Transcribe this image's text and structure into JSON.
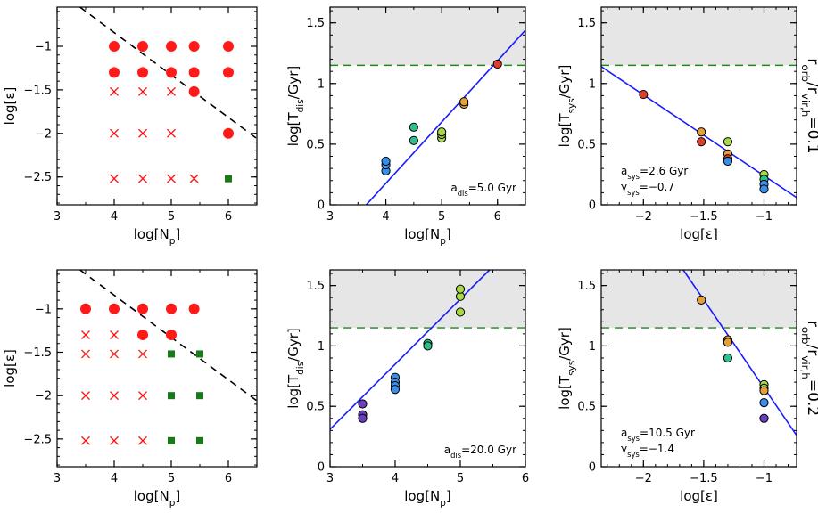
{
  "chart_data": [
    {
      "id": "p1",
      "type": "scatter",
      "xlabel": "log[N",
      "xlabel_sub": "p",
      "xlabel_end": "]",
      "ylabel": "log[ε]",
      "xlim": [
        3,
        6.5
      ],
      "ylim": [
        -2.82,
        -0.55
      ],
      "xticks": [
        3,
        4,
        5,
        6
      ],
      "xtick_labels": [
        "3",
        "4",
        "5",
        "6"
      ],
      "yticks": [
        -1,
        -1.5,
        -2,
        -2.5
      ],
      "ytick_labels": [
        "−1",
        "−1.5",
        "−2",
        "−2.5"
      ],
      "line": {
        "style": "dashed",
        "color": "#000000",
        "x": [
          3.4,
          6.5
        ],
        "y": [
          -0.55,
          -2.06
        ]
      },
      "series": [
        {
          "marker": "circle",
          "color": "#ff1a1a",
          "x": [
            4,
            4.5,
            5,
            5.4,
            6,
            4,
            4.5,
            5,
            5.4,
            6,
            5.4,
            6
          ],
          "y": [
            -1,
            -1,
            -1,
            -1,
            -1,
            -1.3,
            -1.3,
            -1.3,
            -1.3,
            -1.3,
            -1.52,
            -2
          ]
        },
        {
          "marker": "x",
          "color": "#ff1a1a",
          "x": [
            4,
            4.5,
            5,
            4,
            4.5,
            5,
            4,
            4.5,
            5,
            5.4
          ],
          "y": [
            -1.52,
            -1.52,
            -1.52,
            -2,
            -2,
            -2,
            -2.52,
            -2.52,
            -2.52,
            -2.52
          ]
        },
        {
          "marker": "square",
          "color": "#1a7a1a",
          "x": [
            6
          ],
          "y": [
            -2.52
          ]
        }
      ]
    },
    {
      "id": "p2",
      "type": "scatter",
      "xlabel": "log[N",
      "xlabel_sub": "p",
      "xlabel_end": "]",
      "ylabel": "log[T",
      "ylabel_sub": "dis",
      "ylabel_end": "/Gyr]",
      "xlim": [
        3,
        6.5
      ],
      "ylim": [
        0,
        1.63
      ],
      "xticks": [
        3,
        4,
        5,
        6
      ],
      "xtick_labels": [
        "3",
        "4",
        "5",
        "6"
      ],
      "yticks": [
        0,
        0.5,
        1,
        1.5
      ],
      "ytick_labels": [
        "0",
        "0.5",
        "1",
        "1.5"
      ],
      "shade_above": 1.15,
      "hline": 1.15,
      "fit": {
        "color": "#1a1aff",
        "x": [
          3.55,
          6.5
        ],
        "y": [
          -0.05,
          1.44
        ]
      },
      "annotation": {
        "label": "a",
        "sub": "dis",
        "value": "=5.0 Gyr"
      },
      "points": {
        "x": [
          4,
          4,
          4,
          4.5,
          4.5,
          5,
          5,
          5,
          5.4,
          5.4,
          6
        ],
        "y": [
          0.28,
          0.33,
          0.36,
          0.53,
          0.64,
          0.55,
          0.58,
          0.6,
          0.83,
          0.85,
          1.16
        ],
        "colors": [
          "#3b8ee8",
          "#3b8ee8",
          "#3b8ee8",
          "#2fc08a",
          "#2fc08a",
          "#a8d84a",
          "#a8d84a",
          "#a8d84a",
          "#e3a03a",
          "#e3a03a",
          "#e03d2e"
        ]
      }
    },
    {
      "id": "p3",
      "type": "scatter",
      "xlabel": "log[ε]",
      "ylabel": "log[T",
      "ylabel_sub": "sys",
      "ylabel_end": "/Gyr]",
      "xlim": [
        -2.35,
        -0.73
      ],
      "ylim": [
        0,
        1.63
      ],
      "xticks": [
        -2,
        -1.5,
        -1
      ],
      "xtick_labels": [
        "−2",
        "−1.5",
        "−1"
      ],
      "yticks": [
        0,
        0.5,
        1,
        1.5
      ],
      "ytick_labels": [
        "0",
        "0.5",
        "1",
        "1.5"
      ],
      "shade_above": 1.15,
      "hline": 1.15,
      "fit": {
        "color": "#1a1aff",
        "x": [
          -2.35,
          -0.73
        ],
        "y": [
          1.14,
          0.06
        ]
      },
      "annotation": {
        "label": "a",
        "sub": "sys",
        "value": "=2.6 Gyr"
      },
      "annotation2": {
        "label": "γ",
        "sub": "sys",
        "value": "=−0.7"
      },
      "side_label": {
        "a": "r",
        "a_sub": "orb",
        "b": "/r",
        "b_sub": "vir,h",
        "value": "=0.1"
      },
      "points": {
        "x": [
          -2,
          -1.52,
          -1.52,
          -1.3,
          -1.3,
          -1.3,
          -1.3,
          -1,
          -1,
          -1,
          -1
        ],
        "y": [
          0.91,
          0.6,
          0.52,
          0.52,
          0.42,
          0.38,
          0.36,
          0.25,
          0.21,
          0.17,
          0.13
        ],
        "colors": [
          "#e03d2e",
          "#e3a03a",
          "#e03d2e",
          "#a8d84a",
          "#e3a03a",
          "#e03d2e",
          "#3b8ee8",
          "#a8d84a",
          "#2fc08a",
          "#3b8ee8",
          "#3b8ee8"
        ]
      }
    },
    {
      "id": "p4",
      "type": "scatter",
      "xlabel": "log[N",
      "xlabel_sub": "p",
      "xlabel_end": "]",
      "ylabel": "log[ε]",
      "xlim": [
        3,
        6.5
      ],
      "ylim": [
        -2.82,
        -0.55
      ],
      "xticks": [
        3,
        4,
        5,
        6
      ],
      "xtick_labels": [
        "3",
        "4",
        "5",
        "6"
      ],
      "yticks": [
        -1,
        -1.5,
        -2,
        -2.5
      ],
      "ytick_labels": [
        "−1",
        "−1.5",
        "−2",
        "−2.5"
      ],
      "line": {
        "style": "dashed",
        "color": "#000000",
        "x": [
          3.4,
          6.5
        ],
        "y": [
          -0.55,
          -2.06
        ]
      },
      "series": [
        {
          "marker": "circle",
          "color": "#ff1a1a",
          "x": [
            3.5,
            4,
            4.5,
            5,
            5.4,
            4.5,
            5
          ],
          "y": [
            -1,
            -1,
            -1,
            -1,
            -1,
            -1.3,
            -1.3
          ]
        },
        {
          "marker": "x",
          "color": "#ff1a1a",
          "x": [
            3.5,
            4,
            3.5,
            4,
            4.5,
            3.5,
            4,
            4.5,
            3.5,
            4,
            4.5
          ],
          "y": [
            -1.3,
            -1.3,
            -1.52,
            -1.52,
            -1.52,
            -2,
            -2,
            -2,
            -2.52,
            -2.52,
            -2.52
          ]
        },
        {
          "marker": "square",
          "color": "#1a7a1a",
          "x": [
            5,
            5.5,
            5,
            5.5,
            5,
            5.5
          ],
          "y": [
            -1.52,
            -1.52,
            -2,
            -2,
            -2.52,
            -2.52
          ]
        }
      ]
    },
    {
      "id": "p5",
      "type": "scatter",
      "xlabel": "log[N",
      "xlabel_sub": "p",
      "xlabel_end": "]",
      "ylabel": "log[T",
      "ylabel_sub": "dis",
      "ylabel_end": "/Gyr]",
      "xlim": [
        3,
        6
      ],
      "ylim": [
        0,
        1.63
      ],
      "xticks": [
        3,
        4,
        5,
        6
      ],
      "xtick_labels": [
        "3",
        "4",
        "5",
        "6"
      ],
      "yticks": [
        0,
        0.5,
        1,
        1.5
      ],
      "ytick_labels": [
        "0",
        "0.5",
        "1",
        "1.5"
      ],
      "shade_above": 1.15,
      "hline": 1.15,
      "fit": {
        "color": "#1a1aff",
        "x": [
          3,
          5.45
        ],
        "y": [
          0.31,
          1.63
        ]
      },
      "annotation": {
        "label": "a",
        "sub": "dis",
        "value": "=20.0 Gyr"
      },
      "points": {
        "x": [
          3.5,
          3.5,
          3.5,
          4,
          4,
          4,
          4,
          4.5,
          4.5,
          5,
          5,
          5
        ],
        "y": [
          0.52,
          0.43,
          0.4,
          0.74,
          0.7,
          0.67,
          0.64,
          1.02,
          1.0,
          1.28,
          1.41,
          1.47
        ],
        "colors": [
          "#6a3fbf",
          "#6a3fbf",
          "#6a3fbf",
          "#3b8ee8",
          "#3b8ee8",
          "#3b8ee8",
          "#3b8ee8",
          "#2fc08a",
          "#2fc08a",
          "#a8d84a",
          "#a8d84a",
          "#a8d84a"
        ]
      }
    },
    {
      "id": "p6",
      "type": "scatter",
      "xlabel": "log[ε]",
      "ylabel": "log[T",
      "ylabel_sub": "sys",
      "ylabel_end": "/Gyr]",
      "xlim": [
        -2.35,
        -0.73
      ],
      "ylim": [
        0,
        1.63
      ],
      "xticks": [
        -2,
        -1.5,
        -1
      ],
      "xtick_labels": [
        "−2",
        "−1.5",
        "−1"
      ],
      "yticks": [
        0,
        0.5,
        1,
        1.5
      ],
      "ytick_labels": [
        "0",
        "0.5",
        "1",
        "1.5"
      ],
      "shade_above": 1.15,
      "hline": 1.15,
      "fit": {
        "color": "#1a1aff",
        "x": [
          -1.67,
          -0.73
        ],
        "y": [
          1.63,
          0.26
        ]
      },
      "annotation": {
        "label": "a",
        "sub": "sys",
        "value": "=10.5 Gyr"
      },
      "annotation2": {
        "label": "γ",
        "sub": "sys",
        "value": "=−1.4"
      },
      "side_label": {
        "a": "r",
        "a_sub": "orb",
        "b": "/r",
        "b_sub": "vir,h",
        "value": "=0.2"
      },
      "points": {
        "x": [
          -1.52,
          -1.3,
          -1.3,
          -1.3,
          -1,
          -1,
          -1,
          -1,
          -1
        ],
        "y": [
          1.38,
          1.05,
          1.03,
          0.9,
          0.68,
          0.65,
          0.63,
          0.53,
          0.4
        ],
        "colors": [
          "#e3a03a",
          "#e3a03a",
          "#e3a03a",
          "#2fc08a",
          "#a8d84a",
          "#a8d84a",
          "#e3a03a",
          "#3b8ee8",
          "#6a3fbf"
        ]
      }
    }
  ]
}
